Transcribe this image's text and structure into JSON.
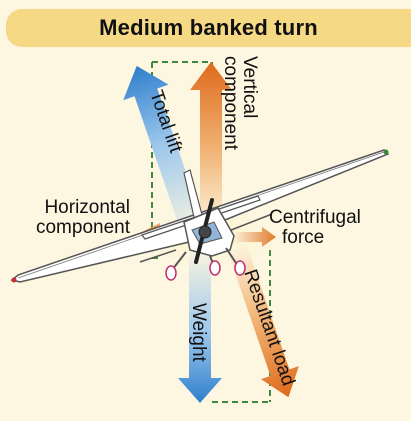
{
  "title": "Medium banked turn",
  "labels": {
    "total_lift": "Total lift",
    "vertical_component": [
      "Vertical",
      "component"
    ],
    "horizontal_component": [
      "Horizontal",
      "component"
    ],
    "centrifugal_force": [
      "Centrifugal",
      "force"
    ],
    "weight": "Weight",
    "resultant_load": "Resultant load"
  },
  "colors": {
    "background": "#fdf6e0",
    "title_bar": "#f5d984",
    "lift_arrow": "#3c8fd6",
    "weight_arrow": "#3c8fd6",
    "vertical_arrow": "#e07a2a",
    "resultant_arrow": "#e07a2a",
    "dashed_lines": "#3d8a3d",
    "aircraft": "#ffffff"
  }
}
